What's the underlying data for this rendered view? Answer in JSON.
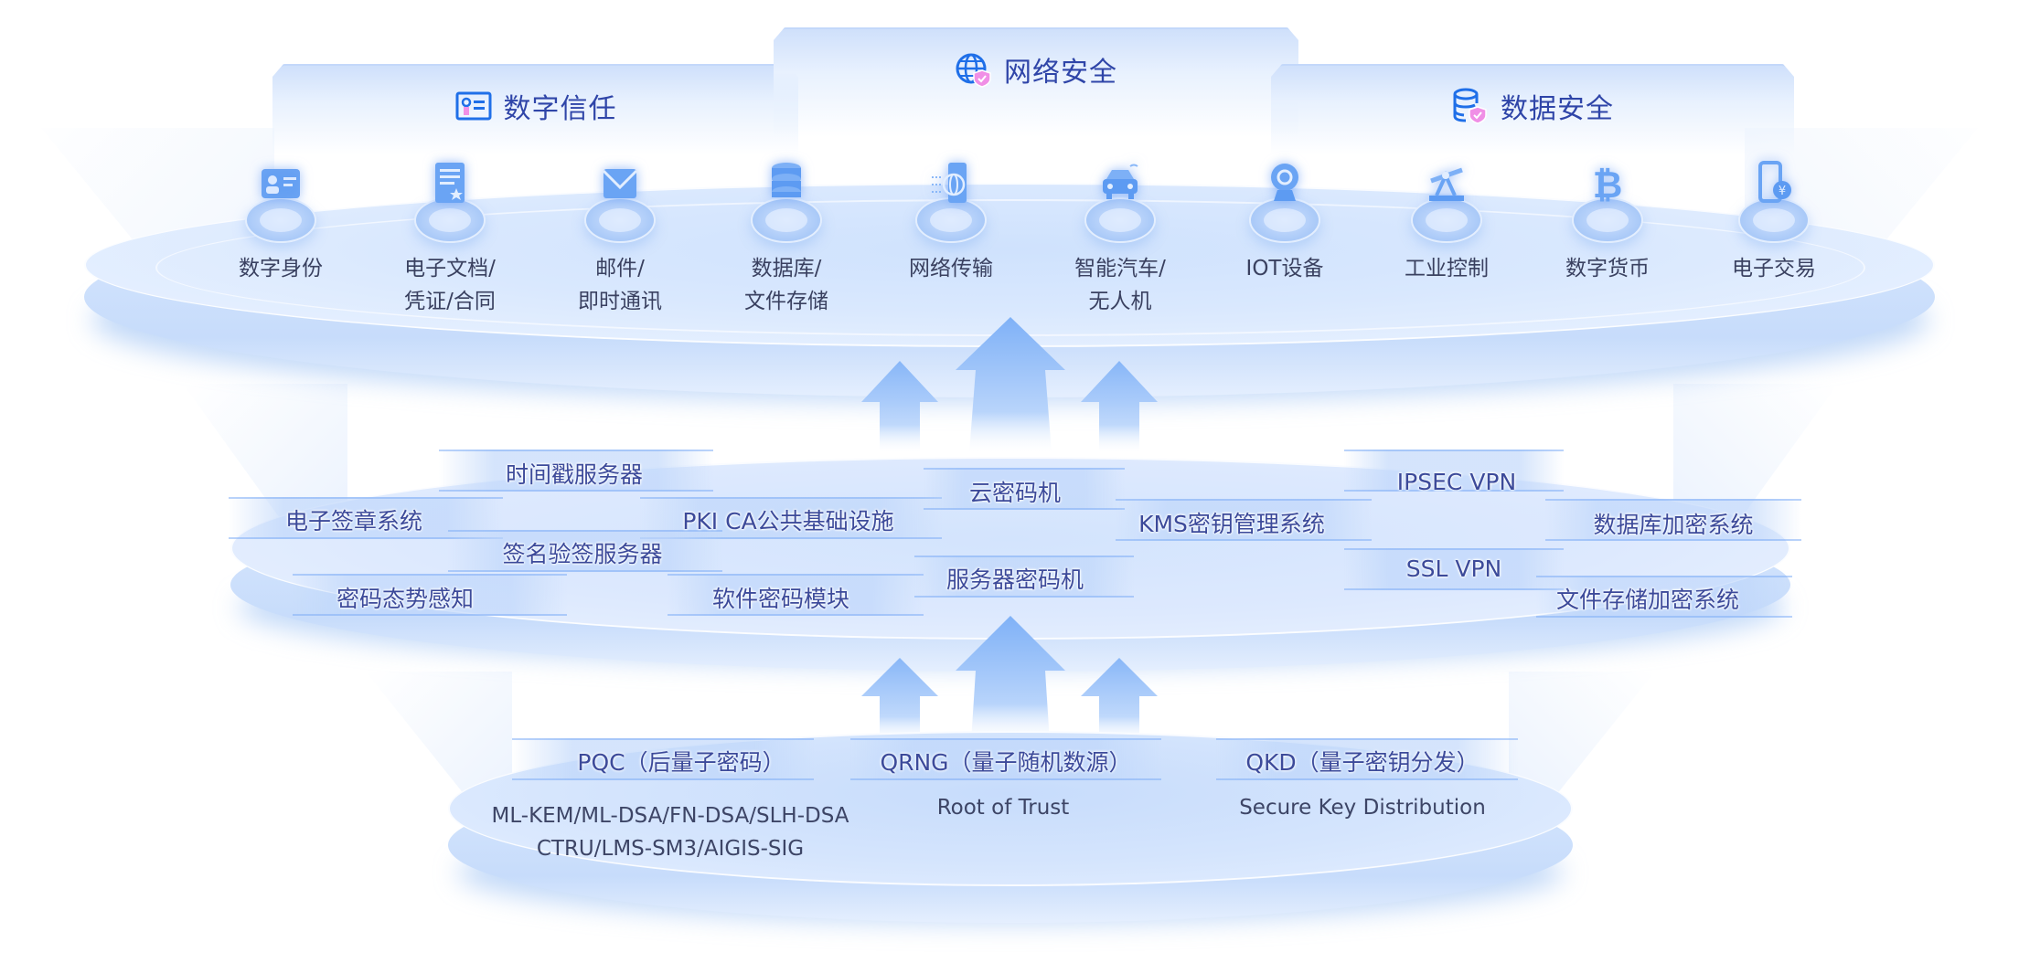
{
  "header": {
    "tabs": [
      {
        "label": "数字信任",
        "icon": "certificate-icon"
      },
      {
        "label": "网络安全",
        "icon": "globe-shield-icon"
      },
      {
        "label": "数据安全",
        "icon": "database-shield-icon"
      }
    ]
  },
  "applications": {
    "items": [
      {
        "line1": "数字身份",
        "line2": "",
        "icon": "id-card-icon"
      },
      {
        "line1": "电子文档/",
        "line2": "凭证/合同",
        "icon": "document-icon"
      },
      {
        "line1": "邮件/",
        "line2": "即时通讯",
        "icon": "mail-icon"
      },
      {
        "line1": "数据库/",
        "line2": "文件存储",
        "icon": "database-icon"
      },
      {
        "line1": "网络传输",
        "line2": "",
        "icon": "network-transfer-icon"
      },
      {
        "line1": "智能汽车/",
        "line2": "无人机",
        "icon": "car-icon"
      },
      {
        "line1": "IOT设备",
        "line2": "",
        "icon": "iot-camera-icon"
      },
      {
        "line1": "工业控制",
        "line2": "",
        "icon": "industrial-pump-icon"
      },
      {
        "line1": "数字货币",
        "line2": "",
        "icon": "bitcoin-icon"
      },
      {
        "line1": "电子交易",
        "line2": "",
        "icon": "phone-payment-icon"
      }
    ]
  },
  "products": {
    "items": [
      {
        "label": "时间戳服务器"
      },
      {
        "label": "电子签章系统"
      },
      {
        "label": "PKI CA公共基础设施"
      },
      {
        "label": "签名验签服务器"
      },
      {
        "label": "密码态势感知"
      },
      {
        "label": "软件密码模块"
      },
      {
        "label": "云密码机"
      },
      {
        "label": "服务器密码机"
      },
      {
        "label": "KMS密钥管理系统"
      },
      {
        "label": "IPSEC VPN"
      },
      {
        "label": "SSL VPN"
      },
      {
        "label": "数据库加密系统"
      },
      {
        "label": "文件存储加密系统"
      }
    ]
  },
  "foundation": {
    "items": [
      {
        "title": "PQC（后量子密码）",
        "lines": [
          "ML-KEM/ML-DSA/FN-DSA/SLH-DSA",
          "CTRU/LMS-SM3/AIGIS-SIG"
        ]
      },
      {
        "title": "QRNG（量子随机数源）",
        "lines": [
          "Root of Trust"
        ]
      },
      {
        "title": "QKD（量子密钥分发）",
        "lines": [
          "Secure Key Distribution"
        ]
      }
    ]
  },
  "colors": {
    "accent_blue": "#2f45a8",
    "icon_blue": "#1f6fe8",
    "shield_pink": "#f08fe6",
    "platform_blue": "#cfe2fd",
    "arrow_blue": "#8ab8f8"
  }
}
